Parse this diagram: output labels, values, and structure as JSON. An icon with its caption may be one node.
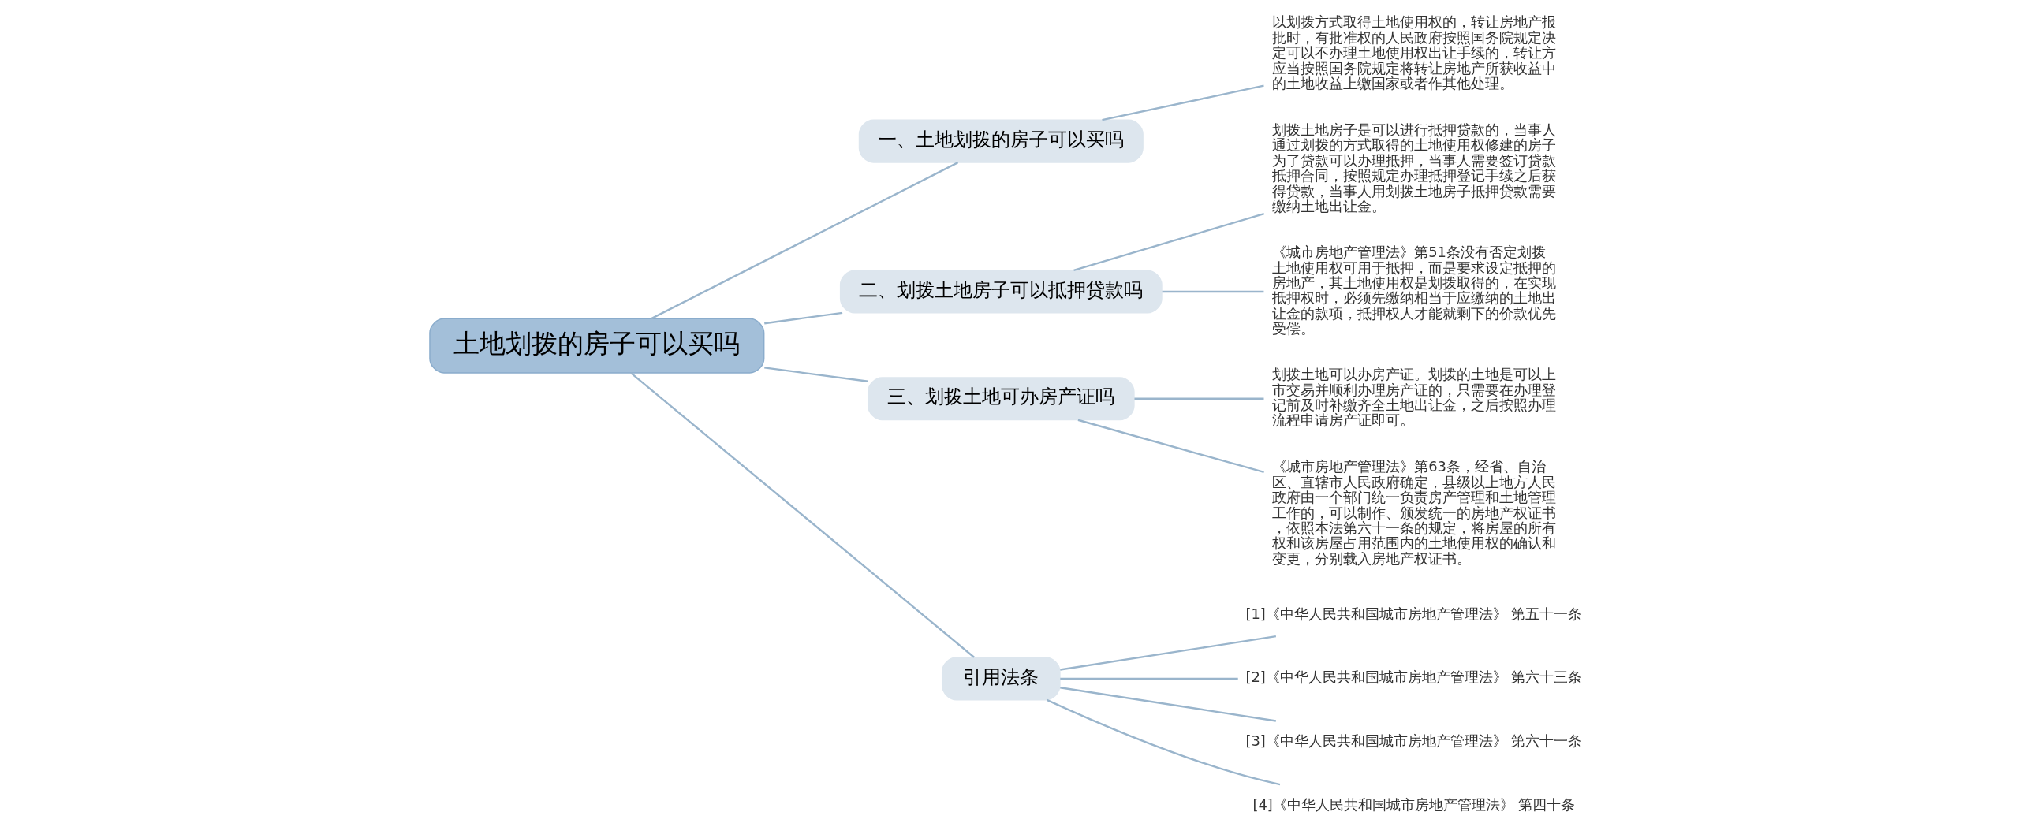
{
  "diagram": {
    "nodes": [
      {
        "text": [
          "土地划拨的房子可以买吗"
        ]
      },
      {
        "text": [
          "一、土地划拨的房子可以买吗"
        ]
      },
      {
        "text": [
          "以划拨方式取得土地使用权的，转让房地产报批时，有批准权的人民政府按照国务院规定决定可以不办理土地使用权出让手续的，转让方应当按照国务院规定将转让房地产所获收益中的土地收益上缴国家或者作其他处理。"
        ]
      },
      {
        "text": [
          "二、划拨土地房子可以抵押贷款吗"
        ]
      },
      {
        "text": [
          "划拨土地房子是可以进行抵押贷款的，当事人通过划拨的方式取得的土地使用权修建的房子为了贷款可以办理抵押，当事人需要签订贷款抵押合同，按照规定办理抵押登记手续之后获得贷款，当事人用划拨土地房子抵押贷款需要缴纳土地出让金。"
        ]
      },
      {
        "text": [
          "《城市房地产管理法》第51条没有否定划拨土地使用权可用于抵押，而是要求设定抵押的房地产，其土地使用权是划拨取得的，在实现抵押权时，必须先缴纳相当于应缴纳的土地出让金的款项，抵押权人才能就剩下的价款优先受偿。"
        ]
      },
      {
        "text": [
          "三、划拨土地可办房产证吗"
        ]
      },
      {
        "text": [
          "划拨土地可以办房产证。划拨的土地是可以上市交易并顺利办理房产证的，只需要在办理登记前及时补缴齐全土地出让金，之后按照办理流程申请房产证即可。"
        ]
      },
      {
        "text": [
          "《城市房地产管理法》第63条，经省、自治区、直辖市人民政府确定，县级以上地方人民政府由一个部门统一负责房产管理和土地管理工作的，可以制作、颁发统一的房地产权证书，依照本法第六十一条的规定，将房屋的所有权和该房屋占用范围内的土地使用权的确认和变更，分别载入房地产权证书。"
        ]
      },
      {
        "text": [
          "引用法条"
        ]
      },
      {
        "text": [
          "[1]《中华人民共和国城市房地产管理法》 第五十一条"
        ]
      },
      {
        "text": [
          "[2]《中华人民共和国城市房地产管理法》 第六十三条"
        ]
      },
      {
        "text": [
          "[3]《中华人民共和国城市房地产管理法》 第六十一条"
        ]
      },
      {
        "text": [
          "[4]《中华人民共和国城市房地产管理法》 第四十条"
        ]
      }
    ],
    "edges": [
      {
        "from": 0,
        "to": 1,
        "arrow": "none"
      },
      {
        "from": 1,
        "to": 2,
        "arrow": "none"
      },
      {
        "from": 0,
        "to": 3,
        "arrow": "none"
      },
      {
        "from": 3,
        "to": 4,
        "arrow": "none"
      },
      {
        "from": 3,
        "to": 5,
        "arrow": "none"
      },
      {
        "from": 0,
        "to": 6,
        "arrow": "none"
      },
      {
        "from": 6,
        "to": 7,
        "arrow": "none"
      },
      {
        "from": 6,
        "to": 8,
        "arrow": "none"
      },
      {
        "from": 0,
        "to": 9,
        "arrow": "none"
      },
      {
        "from": 9,
        "to": 10,
        "arrow": "none"
      },
      {
        "from": 9,
        "to": 11,
        "arrow": "none"
      },
      {
        "from": 9,
        "to": 12,
        "arrow": "none"
      },
      {
        "from": 9,
        "to": 13,
        "arrow": "none"
      }
    ]
  }
}
